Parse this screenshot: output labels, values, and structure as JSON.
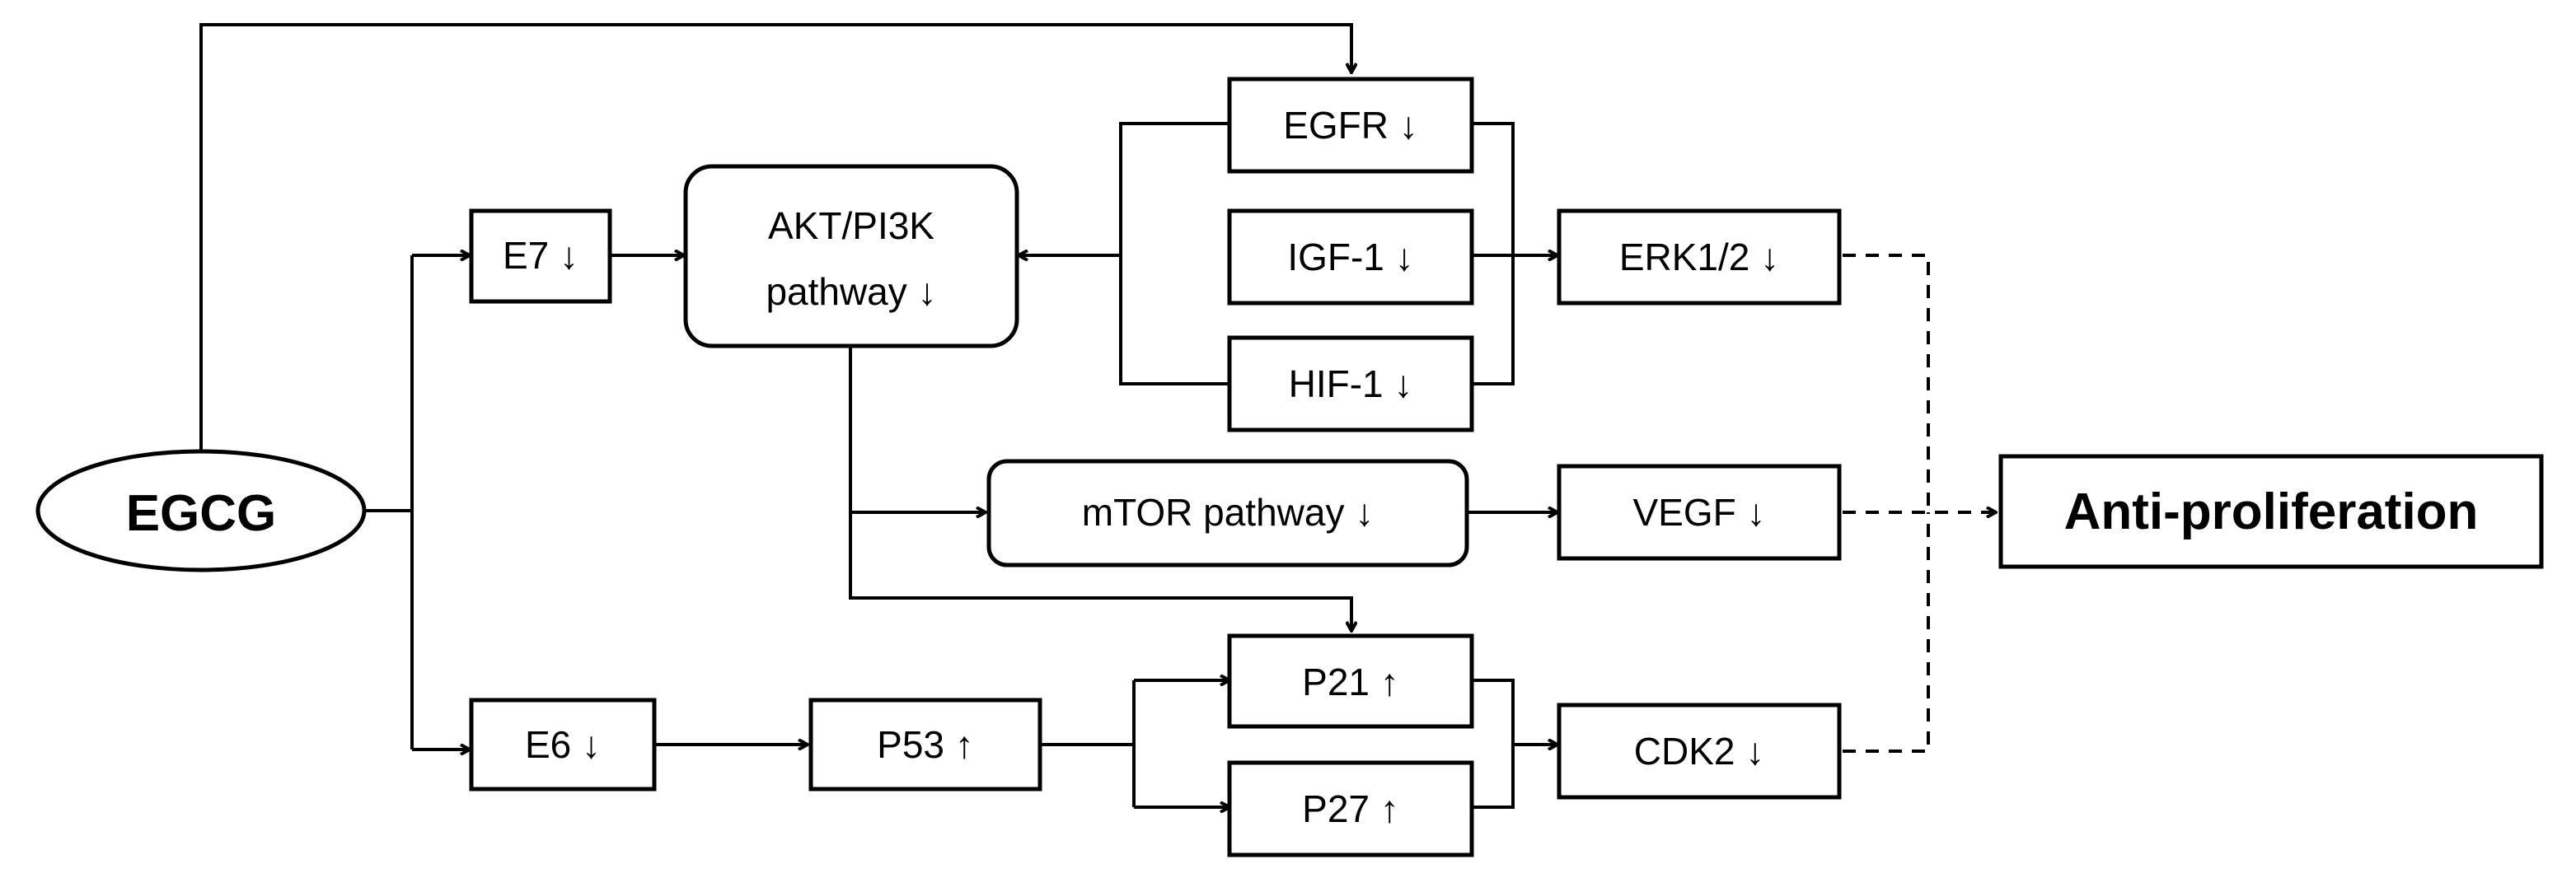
{
  "diagram": {
    "nodes": {
      "egcg": "EGCG",
      "e7": "E7 ↓",
      "e6": "E6 ↓",
      "akt_line1": "AKT/PI3K",
      "akt_line2": "pathway ↓",
      "egfr": "EGFR ↓",
      "igf1": "IGF-1 ↓",
      "hif1": "HIF-1 ↓",
      "erk": "ERK1/2 ↓",
      "mtor": "mTOR pathway ↓",
      "vegf": "VEGF ↓",
      "p53": "P53 ↑",
      "p21": "P21 ↑",
      "p27": "P27 ↑",
      "cdk2": "CDK2 ↓",
      "anti": "Anti-proliferation"
    },
    "colors": {
      "stroke": "#000000",
      "fill": "#ffffff"
    }
  }
}
